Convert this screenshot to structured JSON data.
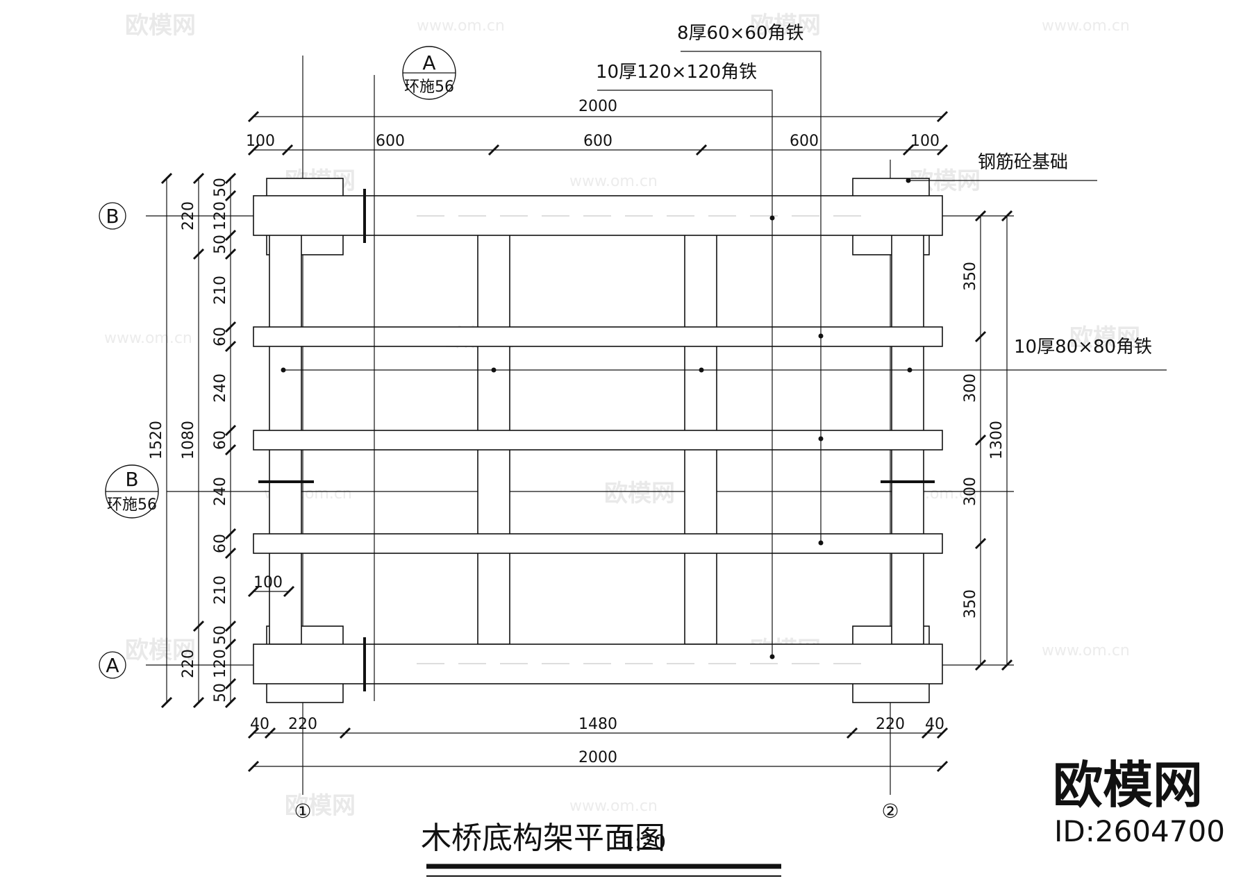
{
  "drawing": {
    "title": "木桥底构架平面图",
    "scale": "1:20"
  },
  "callouts": {
    "angle_small": "8厚60×60角铁",
    "angle_large": "10厚120×120角铁",
    "angle_mid": "10厚80×80角铁",
    "foundation": "钢筋砼基础"
  },
  "section_marks": {
    "a_letter": "A",
    "a_ref": "环施56",
    "b_letter": "B",
    "b_ref": "环施56"
  },
  "axes": {
    "b": "B",
    "a": "A",
    "one": "①",
    "two": "②"
  },
  "dims": {
    "top_total": "2000",
    "top_segments": [
      "100",
      "600",
      "600",
      "600",
      "100"
    ],
    "bottom_segments": [
      "40",
      "220",
      "1480",
      "220",
      "40"
    ],
    "bottom_total": "2000",
    "left_outer": "1520",
    "left_inner": "1080",
    "left_220_top": "220",
    "left_220_bottom": "220",
    "left_chain": [
      "50",
      "120",
      "50",
      "210",
      "60",
      "240",
      "60",
      "240",
      "60",
      "210",
      "50",
      "120",
      "50"
    ],
    "right_chain": [
      "350",
      "300",
      "300",
      "350"
    ],
    "right_total": "1300",
    "small_100": "100"
  },
  "brand": {
    "name": "欧模网",
    "id": "ID:2604700"
  },
  "watermark": {
    "logo": "欧模网",
    "url": "www.om.cn"
  }
}
